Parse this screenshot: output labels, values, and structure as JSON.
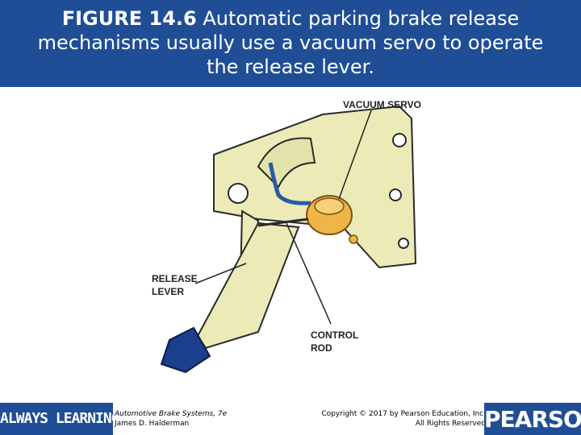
{
  "header": {
    "figure_label": "FIGURE 14.6",
    "line1_rest": " Automatic parking brake release",
    "line2": "mechanisms usually use a vacuum servo to operate",
    "line3": "the release lever."
  },
  "diagram": {
    "labels": {
      "vacuum_servo": "VACUUM SERVO",
      "release_lever_1": "RELEASE",
      "release_lever_2": "LEVER",
      "control_rod_1": "CONTROL",
      "control_rod_2": "ROD"
    },
    "colors": {
      "bracket": "#ecebb8",
      "outline": "#2a2a2a",
      "servo": "#f0b547",
      "hose": "#2b5aa8",
      "pedal_pad": "#1b3f8c"
    }
  },
  "footer": {
    "always_learning": "ALWAYS LEARNING",
    "book_title": "Automotive Brake Systems, 7e",
    "book_author": "James D. Halderman",
    "copyright": "Copyright © 2017 by Pearson Education, Inc.",
    "rights": "All Rights Reserved",
    "brand": "PEARSON"
  }
}
